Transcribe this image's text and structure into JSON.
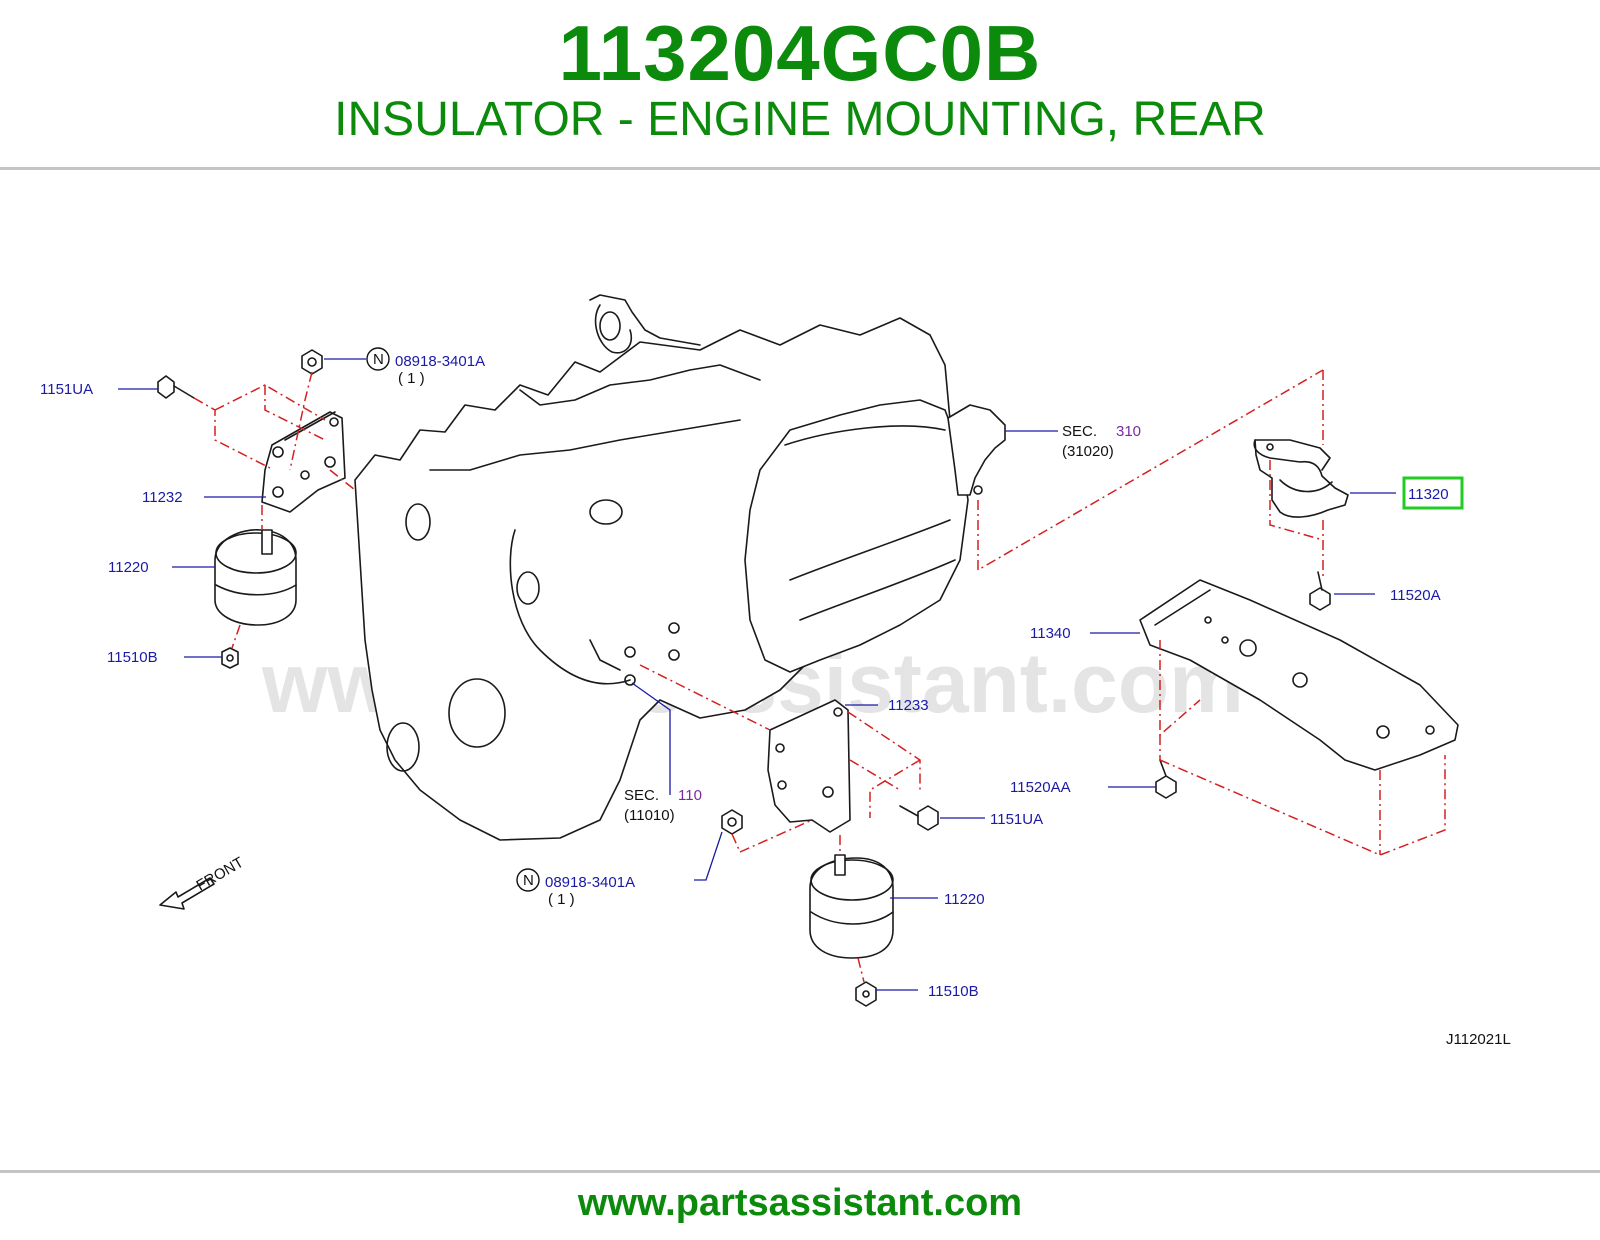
{
  "header": {
    "part_number": "113204GC0B",
    "part_name": "INSULATOR - ENGINE MOUNTING, REAR"
  },
  "diagram": {
    "watermark": "www.partsassistant.com",
    "figure_code": "J112021L",
    "front_label": "FRONT",
    "highlight_color": "#22cc22",
    "callouts": {
      "c_1151ua_top": "1151UA",
      "c_08918_top": "08918-3401A",
      "c_08918_top_qty": "( 1 )",
      "c_11232": "11232",
      "c_11220_left": "11220",
      "c_11510b_left": "11510B",
      "c_11320": "11320",
      "c_11520a": "11520A",
      "c_11340": "11340",
      "c_11233": "11233",
      "c_11520aa": "11520AA",
      "c_1151ua_bottom": "1151UA",
      "c_08918_bottom": "08918-3401A",
      "c_08918_bottom_qty": "( 1 )",
      "c_11220_bottom": "11220",
      "c_11510b_bottom": "11510B"
    },
    "sections": {
      "sec_label": "SEC.",
      "sec310_num": "310",
      "sec310_ref": "(31020)",
      "sec110_num": "110",
      "sec110_ref": "(11010)"
    },
    "n_symbol": "N"
  },
  "footer": {
    "url": "www.partsassistant.com"
  }
}
